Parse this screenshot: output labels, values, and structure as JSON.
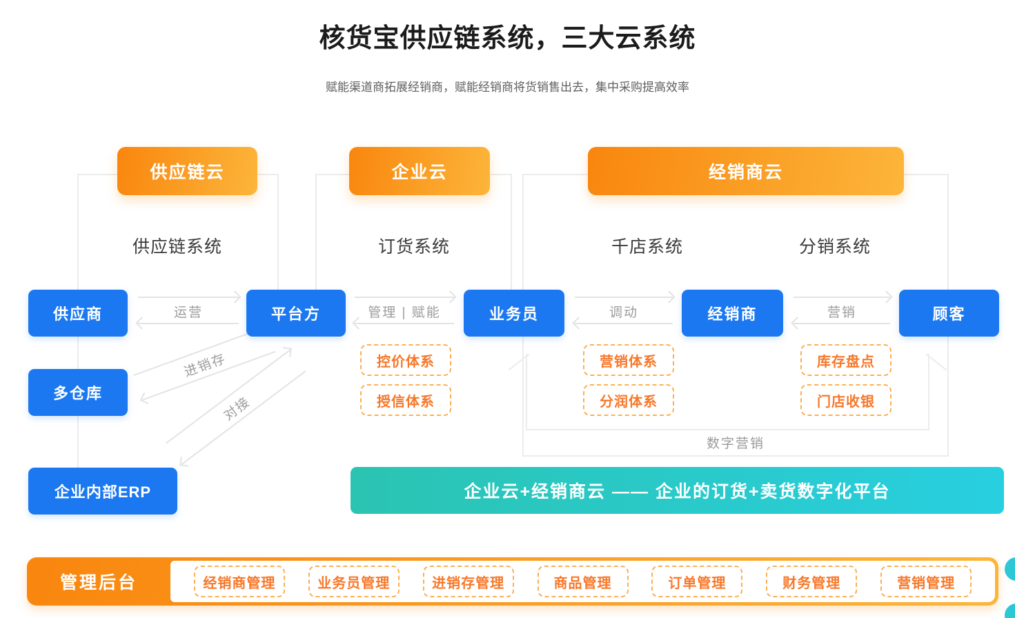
{
  "header": {
    "title": "核货宝供应链系统，三大云系统",
    "subtitle": "赋能渠道商拓展经销商，赋能经销商将货销售出去，集中采购提高效率"
  },
  "clouds": [
    {
      "label": "供应链云"
    },
    {
      "label": "企业云"
    },
    {
      "label": "经销商云"
    }
  ],
  "systems": [
    {
      "label": "供应链系统"
    },
    {
      "label": "订货系统"
    },
    {
      "label": "千店系统"
    },
    {
      "label": "分销系统"
    }
  ],
  "nodes": [
    {
      "label": "供应商"
    },
    {
      "label": "多仓库"
    },
    {
      "label": "平台方"
    },
    {
      "label": "业务员"
    },
    {
      "label": "经销商"
    },
    {
      "label": "顾客"
    },
    {
      "label": "企业内部ERP"
    }
  ],
  "flows": [
    {
      "label": "运营"
    },
    {
      "label": "管理 | 赋能"
    },
    {
      "label": "调动"
    },
    {
      "label": "营销"
    },
    {
      "label": "进销存"
    },
    {
      "label": "对接"
    }
  ],
  "capabilities": [
    {
      "label": "控价体系"
    },
    {
      "label": "授信体系"
    },
    {
      "label": "营销体系"
    },
    {
      "label": "分润体系"
    },
    {
      "label": "库存盘点"
    },
    {
      "label": "门店收银"
    }
  ],
  "digital_marketing_label": "数字营销",
  "banner": {
    "text": "企业云+经销商云 —— 企业的订货+卖货数字化平台"
  },
  "admin_bar": {
    "label": "管理后台",
    "items": [
      {
        "label": "经销商管理"
      },
      {
        "label": "业务员管理"
      },
      {
        "label": "进销存管理"
      },
      {
        "label": "商品管理"
      },
      {
        "label": "订单管理"
      },
      {
        "label": "财务管理"
      },
      {
        "label": "营销管理"
      }
    ]
  },
  "colors": {
    "node_blue": "#1b78f0",
    "orange_text": "#f7782a",
    "orange_dash_border": "#fcaf52",
    "badge_gradient_from": "#f9860e",
    "badge_gradient_to": "#fcb53a",
    "teal_from": "#2bc4b2",
    "teal_to": "#28cfe0",
    "panel_line": "#ececec",
    "arrow_line": "#e3e3e3",
    "arrow_label_gray": "#9c9c9c"
  }
}
